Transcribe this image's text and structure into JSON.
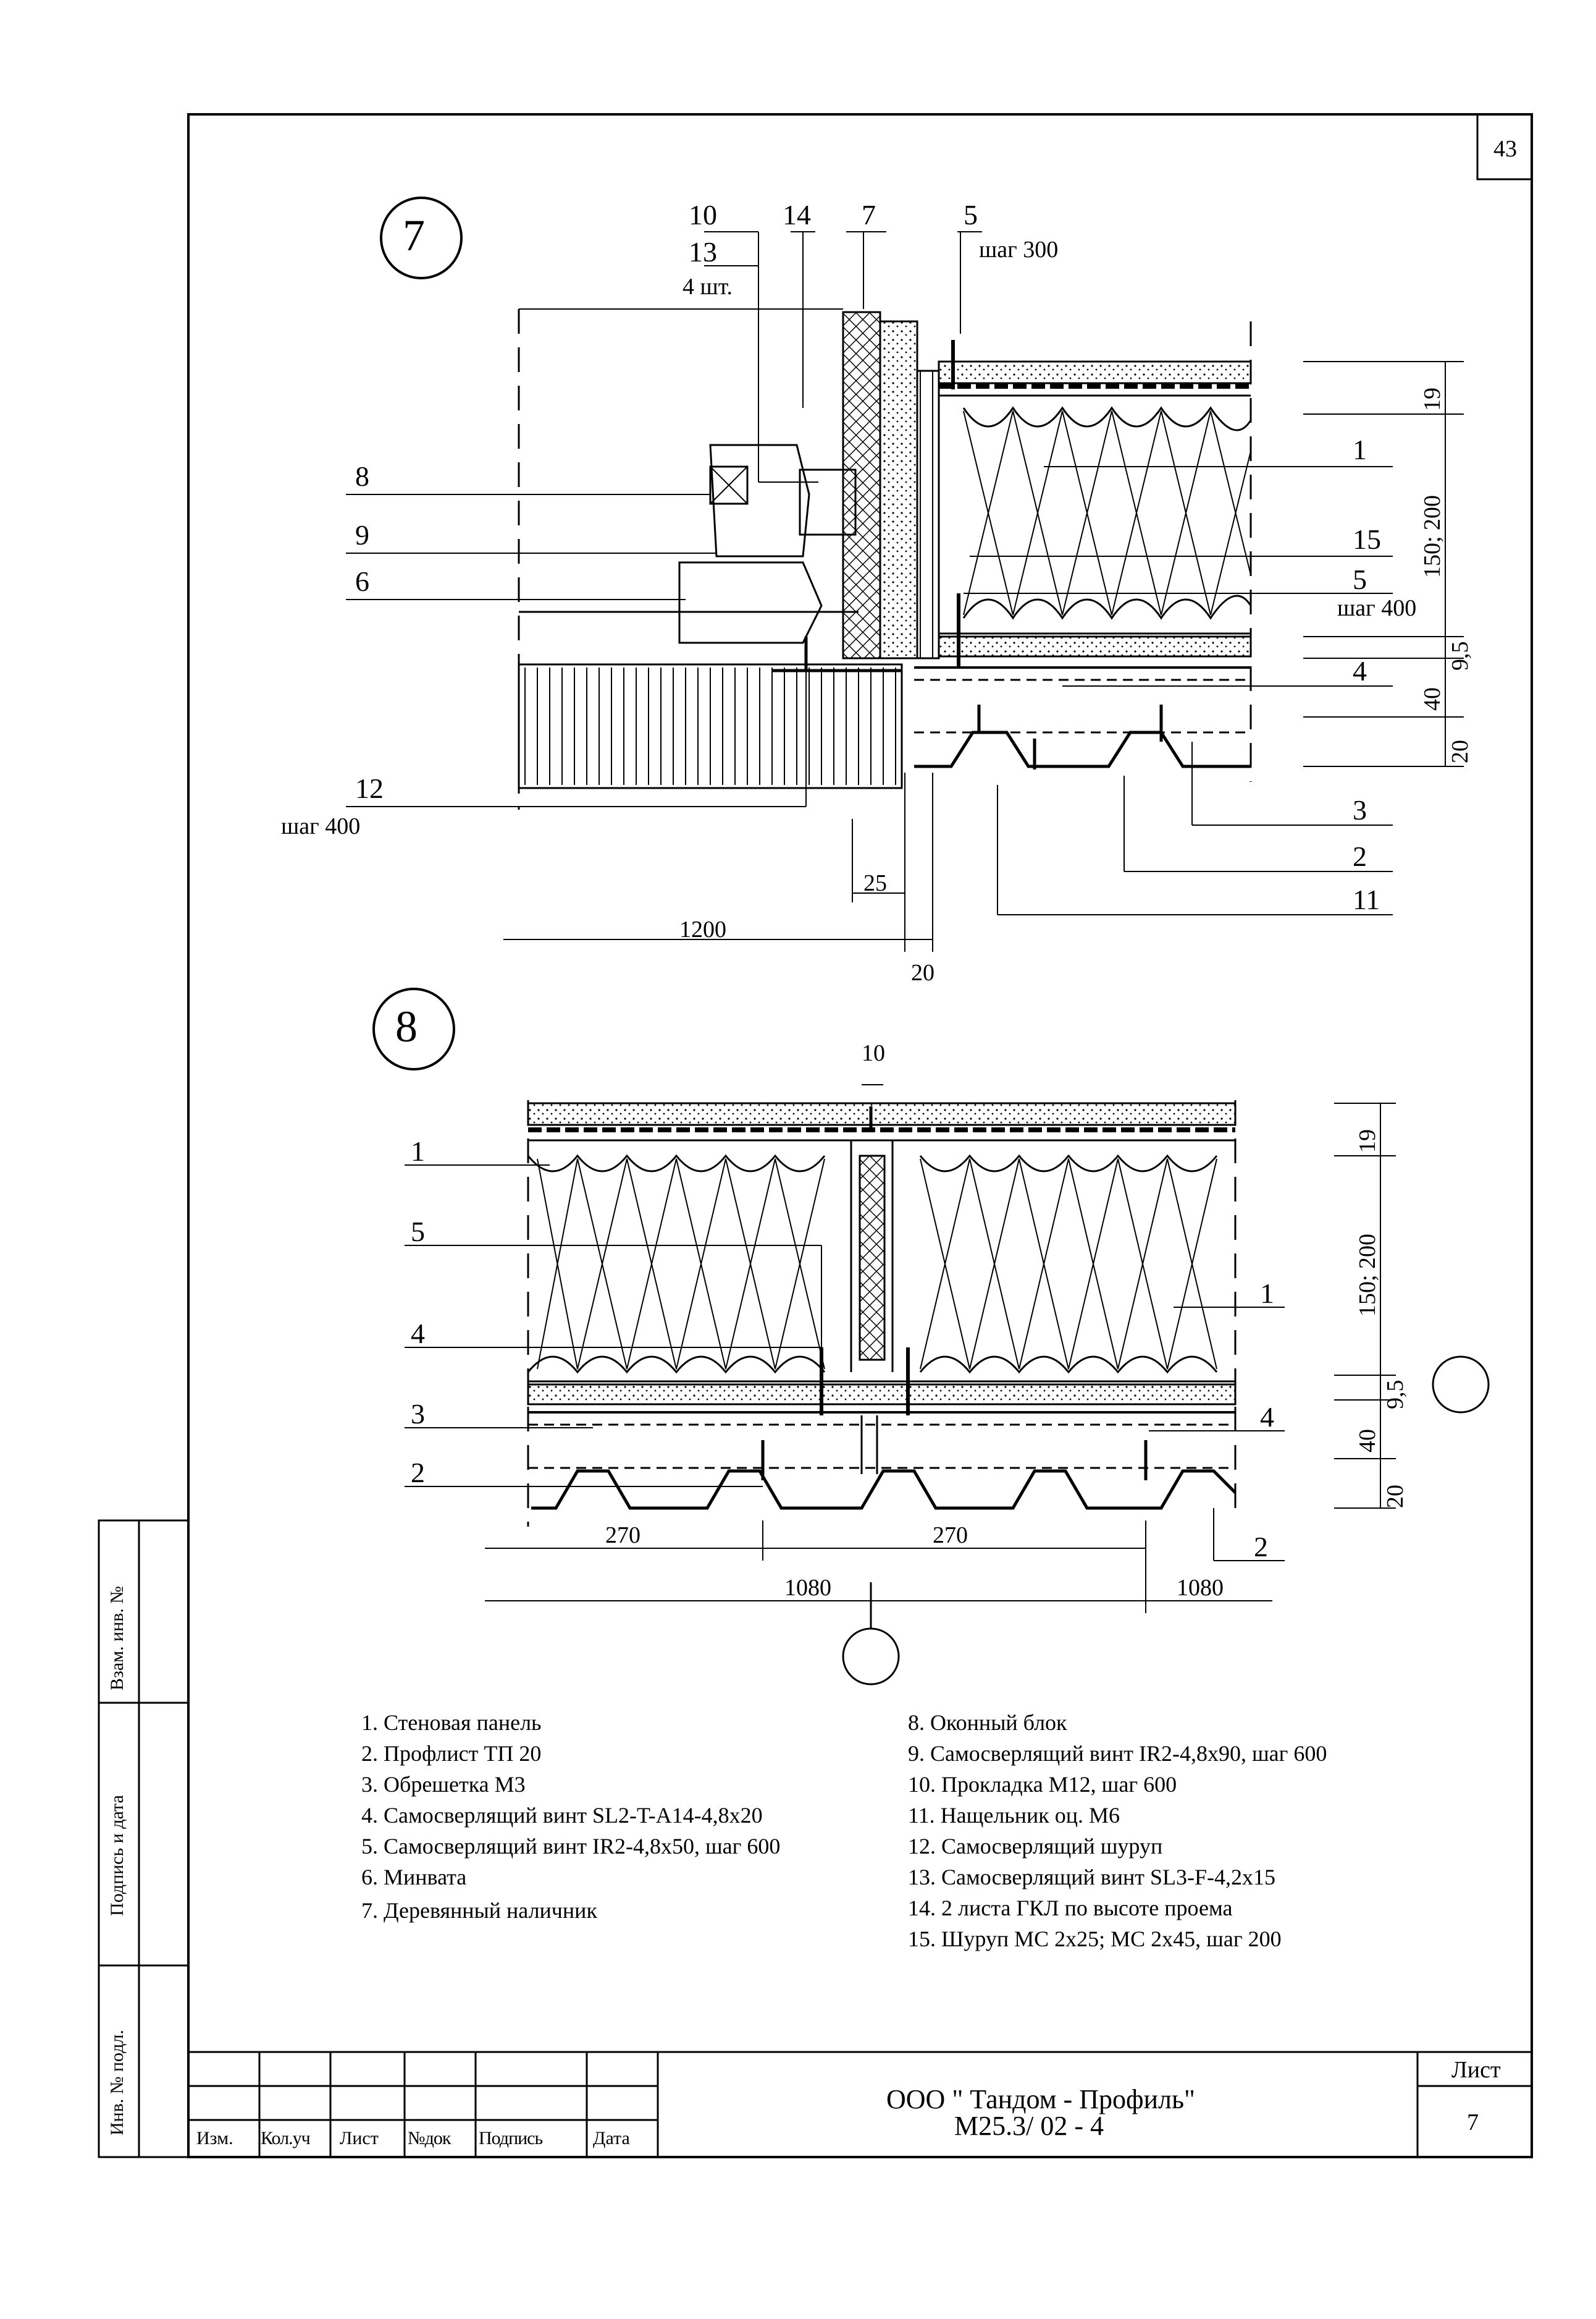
{
  "sheet_number_top": "43",
  "detail_7": {
    "badge": "7",
    "callouts_top": [
      "10",
      "13",
      "14",
      "7",
      "5"
    ],
    "note_4pcs": "4 шт.",
    "note_step300": "шаг 300",
    "left_labels": [
      "8",
      "9",
      "6",
      "12"
    ],
    "step400_left": "шаг 400",
    "right_labels": [
      "1",
      "15",
      "5",
      "4",
      "3",
      "2",
      "11"
    ],
    "step400_right": "шаг 400",
    "dims_right": [
      "19",
      "150; 200",
      "9,5",
      "40",
      "20"
    ],
    "dims_bottom": [
      "25",
      "1200",
      "20"
    ]
  },
  "detail_8": {
    "badge": "8",
    "dim_top": "10",
    "left_labels": [
      "1",
      "5",
      "4",
      "3",
      "2"
    ],
    "right_labels": [
      "1",
      "4",
      "2"
    ],
    "dims_right": [
      "19",
      "150; 200",
      "9,5",
      "40",
      "20"
    ],
    "dims_bottom": [
      "270",
      "270",
      "1080",
      "1080"
    ]
  },
  "legend_left": [
    "1. Стеновая панель",
    "2. Профлист ТП 20",
    "3. Обрешетка М3",
    "4. Самосверлящий винт SL2-T-A14-4,8x20",
    "5. Самосверлящий винт IR2-4,8x50, шаг 600",
    "6. Минвата",
    "7. Деревянный наличник"
  ],
  "legend_right": [
    "8. Оконный блок",
    "9. Самосверлящий винт IR2-4,8x90, шаг 600",
    "10. Прокладка М12, шаг 600",
    "11. Нащельник оц. М6",
    "12. Самосверлящий шуруп",
    "13. Самосверлящий винт SL3-F-4,2x15",
    "14. 2 листа ГКЛ по высоте проема",
    "15. Шуруп МС 2х25; МС 2х45, шаг 200"
  ],
  "side_stamp": [
    "Взам. инв. №",
    "Подпись и дата",
    "Инв. № подл."
  ],
  "title_block": {
    "headers": [
      "Изм.",
      "Кол.уч",
      "Лист",
      "№док",
      "Подпись",
      "Дата"
    ],
    "company": "ООО \" Тандом - Профиль\"",
    "code": "М25.3/ 02 - 4",
    "sheet_label": "Лист",
    "sheet_value": "7"
  }
}
